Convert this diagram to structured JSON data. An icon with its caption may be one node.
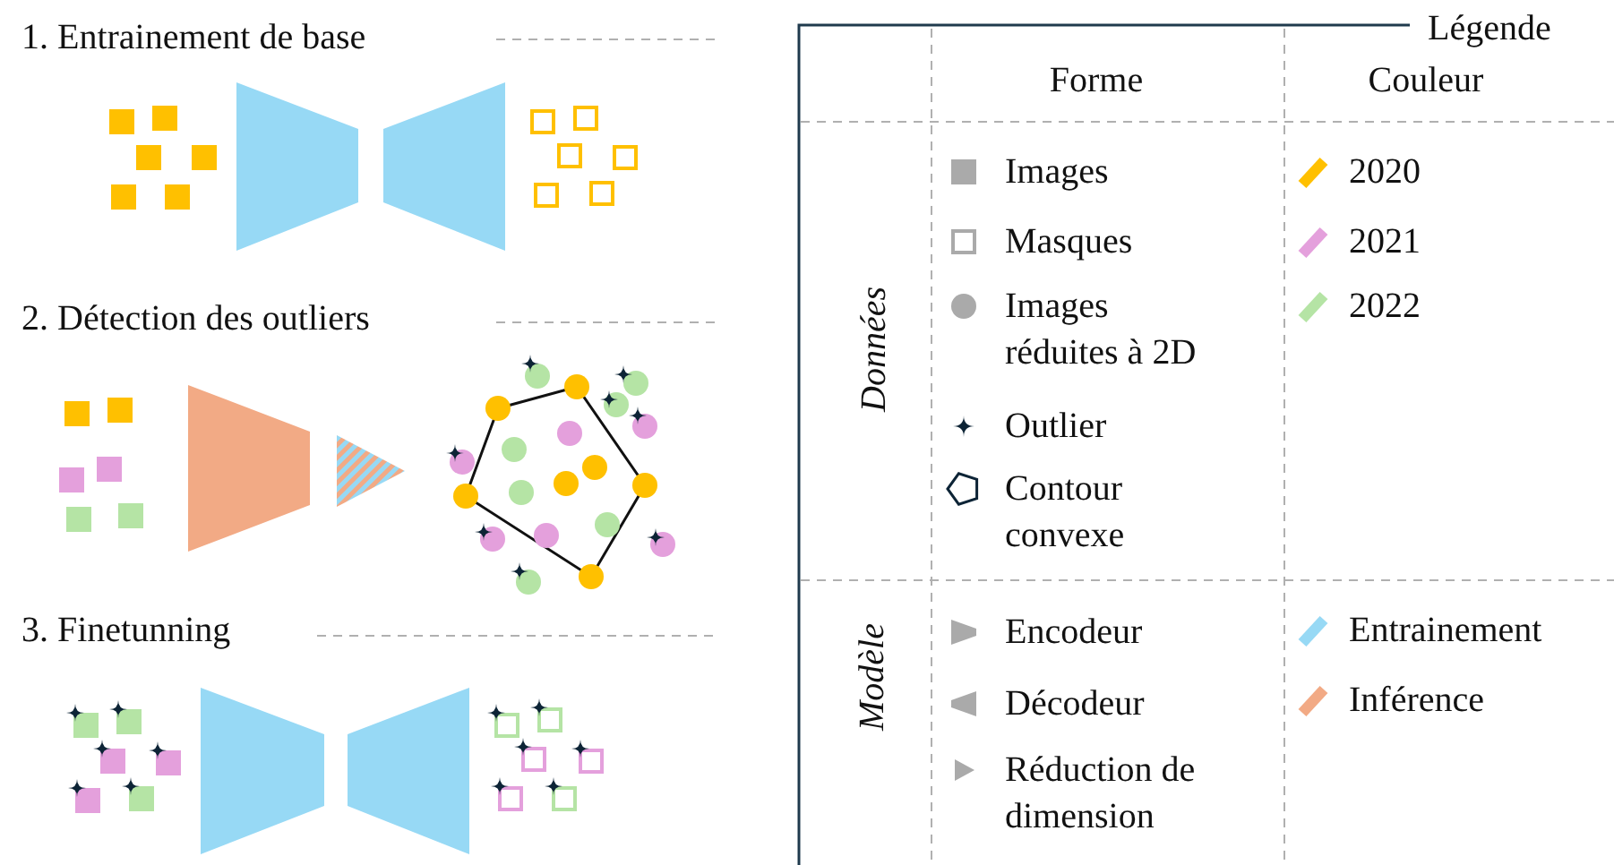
{
  "diagram": {
    "labels": [
      "1. Entrainement de base",
      "2. Détection des outliers",
      "3. Finetunning",
      "Légende",
      "Forme",
      "Couleur",
      "Données",
      "Modèle"
    ],
    "legend": [
      {
        "text": "Images"
      },
      {
        "text": "Masques"
      },
      {
        "text": "Images réduites à 2D"
      },
      {
        "text": "Outlier"
      },
      {
        "text": "Contour convexe"
      },
      {
        "text": "2020",
        "color": "#ffc000"
      },
      {
        "text": "2021",
        "color": "#e4a0dc"
      },
      {
        "text": "2022",
        "color": "#b5e4a5"
      },
      {
        "text": "Encodeur"
      },
      {
        "text": "Décodeur"
      },
      {
        "text": "Réduction de dimension"
      },
      {
        "text": "Entrainement",
        "color": "#97d9f5"
      },
      {
        "text": "Inférence",
        "color": "#f2aa85"
      }
    ]
  }
}
